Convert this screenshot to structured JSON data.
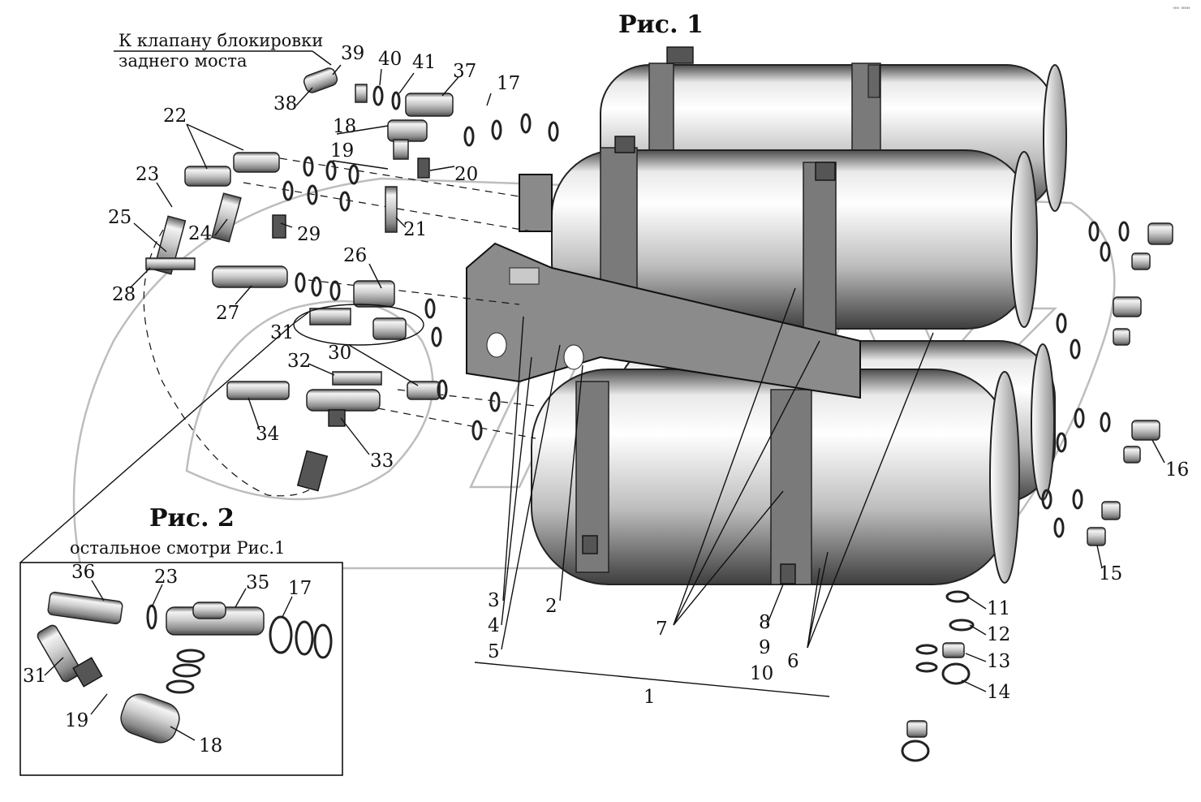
{
  "figure1_title": "Рис. 1",
  "figure2_title": "Рис. 2",
  "figure2_note": "остальное смотри Рис.1",
  "note_line1": "К клапану блокировки",
  "note_line2": "заднего моста",
  "corner_mark": "ᵒᵒ ᵒᵒᵒ",
  "watermark_text": "OTEX",
  "labels_fig1": {
    "l1": "1",
    "l2": "2",
    "l3": "3",
    "l4": "4",
    "l5": "5",
    "l6": "6",
    "l7": "7",
    "l8": "8",
    "l9": "9",
    "l10": "10",
    "l11": "11",
    "l12": "12",
    "l13": "13",
    "l14": "14",
    "l15": "15",
    "l16": "16",
    "l17": "17",
    "l18": "18",
    "l19": "19",
    "l20": "20",
    "l21": "21",
    "l22": "22",
    "l23": "23",
    "l24": "24",
    "l25": "25",
    "l26": "26",
    "l27": "27",
    "l28": "28",
    "l29": "29",
    "l30": "30",
    "l31": "31",
    "l32": "32",
    "l33": "33",
    "l34": "34",
    "l37": "37",
    "l38": "38",
    "l39": "39",
    "l40": "40",
    "l41": "41"
  },
  "labels_fig2": {
    "l36": "36",
    "l23": "23",
    "l35": "35",
    "l17": "17",
    "l31": "31",
    "l19": "19",
    "l18": "18"
  },
  "colors": {
    "line": "#111111",
    "metal_light": "#f2f2f2",
    "metal_dark": "#6e6e6e",
    "band": "#7a7a7a",
    "watermark": "#bdbdbd"
  }
}
